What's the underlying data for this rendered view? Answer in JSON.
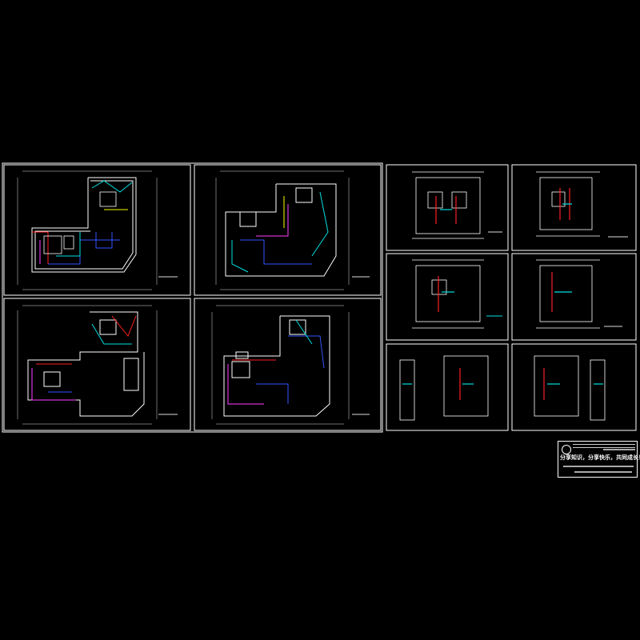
{
  "colors": {
    "background": "#000000",
    "frame": "#ffffff",
    "wall": "#ffffff",
    "pipe_blue": "#3355ff",
    "pipe_cyan": "#00e0e0",
    "pipe_red": "#ff2020",
    "pipe_magenta": "#ff40ff",
    "pipe_yellow": "#ffff00",
    "pipe_green": "#40ff40"
  },
  "sheets": [
    {
      "id": "plan-large-1",
      "kind": "large"
    },
    {
      "id": "plan-large-2",
      "kind": "large"
    },
    {
      "id": "plan-large-3",
      "kind": "large"
    },
    {
      "id": "plan-large-4",
      "kind": "large"
    },
    {
      "id": "plan-small-1",
      "kind": "small"
    },
    {
      "id": "plan-small-2",
      "kind": "small"
    },
    {
      "id": "plan-small-3",
      "kind": "small"
    },
    {
      "id": "plan-small-4",
      "kind": "small"
    },
    {
      "id": "plan-small-5",
      "kind": "small"
    },
    {
      "id": "plan-small-6",
      "kind": "small"
    }
  ],
  "title_block": {
    "slogan": "分享知识，分享快乐，共同成长！"
  }
}
